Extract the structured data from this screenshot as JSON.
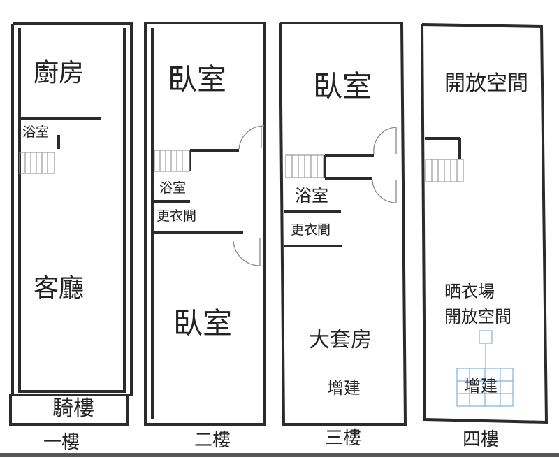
{
  "floors": {
    "f1": {
      "name": "一樓",
      "rooms": {
        "kitchen": "廚房",
        "bath": "浴室",
        "living": "客廳",
        "arcade": "騎樓"
      }
    },
    "f2": {
      "name": "二樓",
      "rooms": {
        "bedroom_top": "臥室",
        "bath": "浴室",
        "closet": "更衣間",
        "bedroom_bottom": "臥室"
      }
    },
    "f3": {
      "name": "三樓",
      "rooms": {
        "bedroom": "臥室",
        "bath": "浴室",
        "closet": "更衣間",
        "master_suite": "大套房",
        "extension": "增建"
      }
    },
    "f4": {
      "name": "四樓",
      "rooms": {
        "open_space_top": "開放空間",
        "laundry": "晒衣場",
        "open_space_bottom": "開放空間",
        "extension": "增建"
      }
    }
  },
  "colors": {
    "wall": "#2b2b2b",
    "door": "#888888",
    "selection": "#7fb2e0"
  }
}
